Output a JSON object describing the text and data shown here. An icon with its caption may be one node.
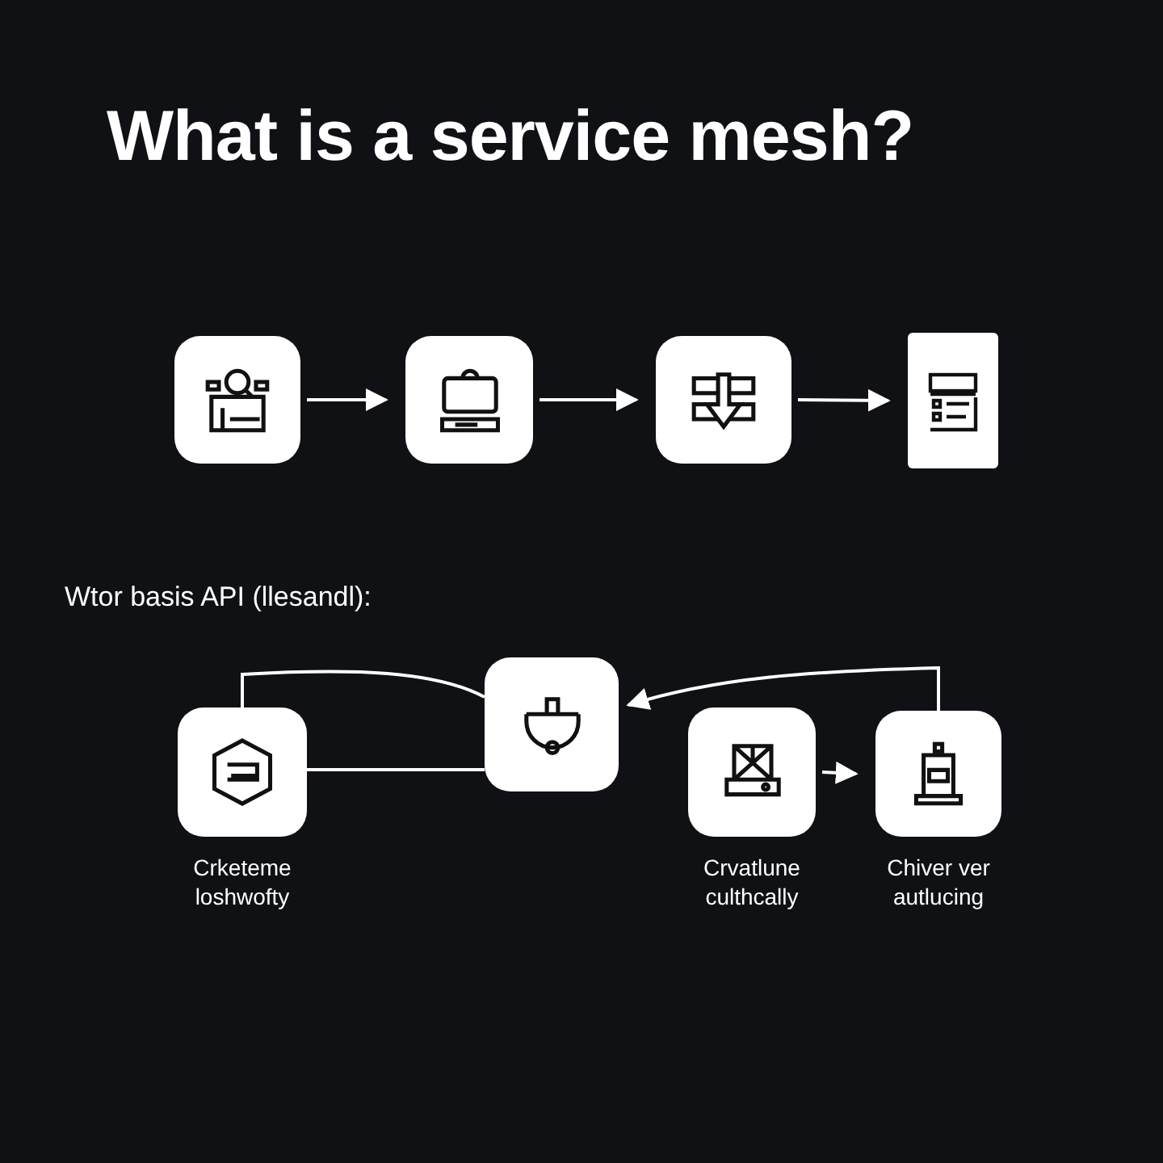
{
  "diagram": {
    "title": "What is a service mesh?",
    "nodes": [
      {
        "text": [],
        "shape": "box"
      },
      {
        "text": [],
        "shape": "box"
      },
      {
        "text": [],
        "shape": "box"
      },
      {
        "text": [],
        "shape": "box"
      },
      {
        "text": [
          "Crketeme loshwofty"
        ]
      },
      {
        "text": [],
        "shape": "box"
      },
      {
        "text": [
          "Crvatlune culthcally"
        ]
      },
      {
        "text": [
          "Chiver ver autlucing"
        ]
      }
    ],
    "edges": [
      {
        "from": 0,
        "to": 1,
        "arrow": "to"
      },
      {
        "from": 1,
        "to": 2,
        "arrow": "to"
      },
      {
        "from": 2,
        "to": 3,
        "arrow": "to"
      },
      {
        "from": 4,
        "to": 5,
        "arrow": "none"
      },
      {
        "from": 4,
        "to": 5,
        "arrow": "none"
      },
      {
        "from": 7,
        "to": 5,
        "arrow": "to"
      },
      {
        "from": 6,
        "to": 7,
        "arrow": "to"
      }
    ],
    "labels": [
      "Wtor basis API (llesandl):"
    ]
  }
}
